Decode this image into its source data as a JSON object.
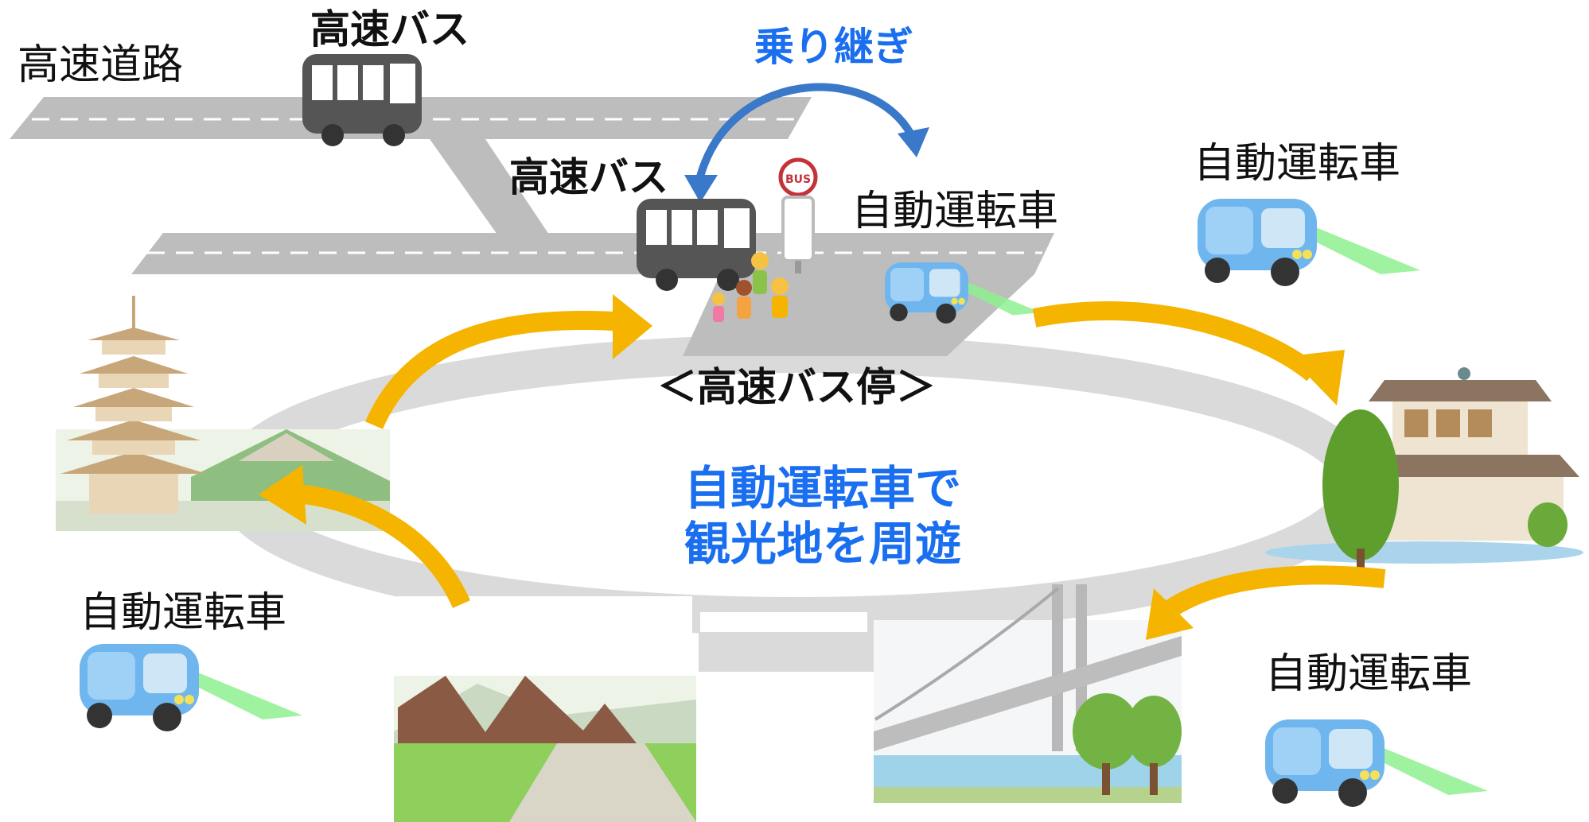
{
  "labels": {
    "highway": "高速道路",
    "highway_bus_top": "高速バス",
    "highway_bus_mid": "高速バス",
    "transfer": "乗り継ぎ",
    "autonomous_stop": "自動運転車",
    "autonomous_upper_right": "自動運転車",
    "autonomous_lower_left": "自動運転車",
    "autonomous_lower_right": "自動運転車",
    "bus_stop_caption": "＜高速バス停＞",
    "tour_line1": "自動運転車で",
    "tour_line2": "観光地を周遊",
    "bus_sign": "BUS"
  },
  "colors": {
    "road": "#bdbdbd",
    "loop": "#dadada",
    "arrow_orange": "#f5b400",
    "arrow_blue": "#3a78c9",
    "text_blue": "#1a6ef0",
    "vehicle_blue": "#6fb6ee",
    "sensor_green": "#8ef08e",
    "bus_dark": "#555555"
  },
  "icons": [
    "highway-bus-icon",
    "autonomous-vehicle-icon",
    "bus-stop-sign-icon",
    "passengers-icon",
    "five-story-pagoda-icon",
    "temple-pavilion-icon",
    "suspension-bridge-icon",
    "thatched-houses-icon"
  ]
}
